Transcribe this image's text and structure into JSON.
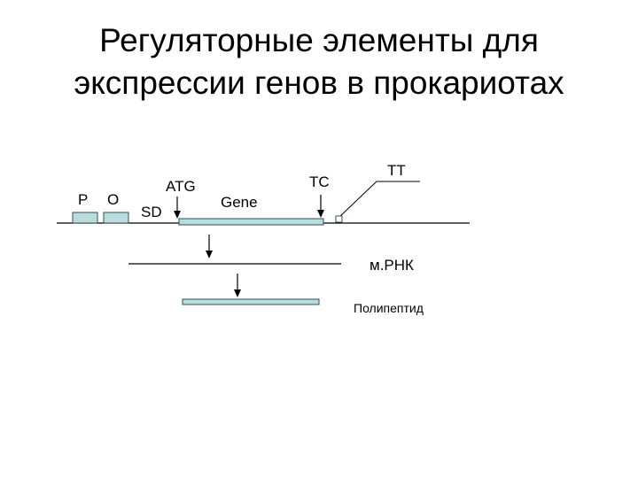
{
  "title": {
    "line1": "Регуляторные элементы для",
    "line2": "экспрессии генов в прокариотах"
  },
  "labels": {
    "promoter": "P",
    "operator": "O",
    "shine_dalgarno": "SD",
    "start_codon": "ATG",
    "gene": "Gene",
    "stop_codon": "TC",
    "terminator": "TT",
    "mrna": "м.РНК",
    "polypeptide": "Полипептид"
  },
  "colors": {
    "box_fill": "#b9dcdd",
    "box_stroke": "#2f4f55",
    "line": "#000000"
  }
}
